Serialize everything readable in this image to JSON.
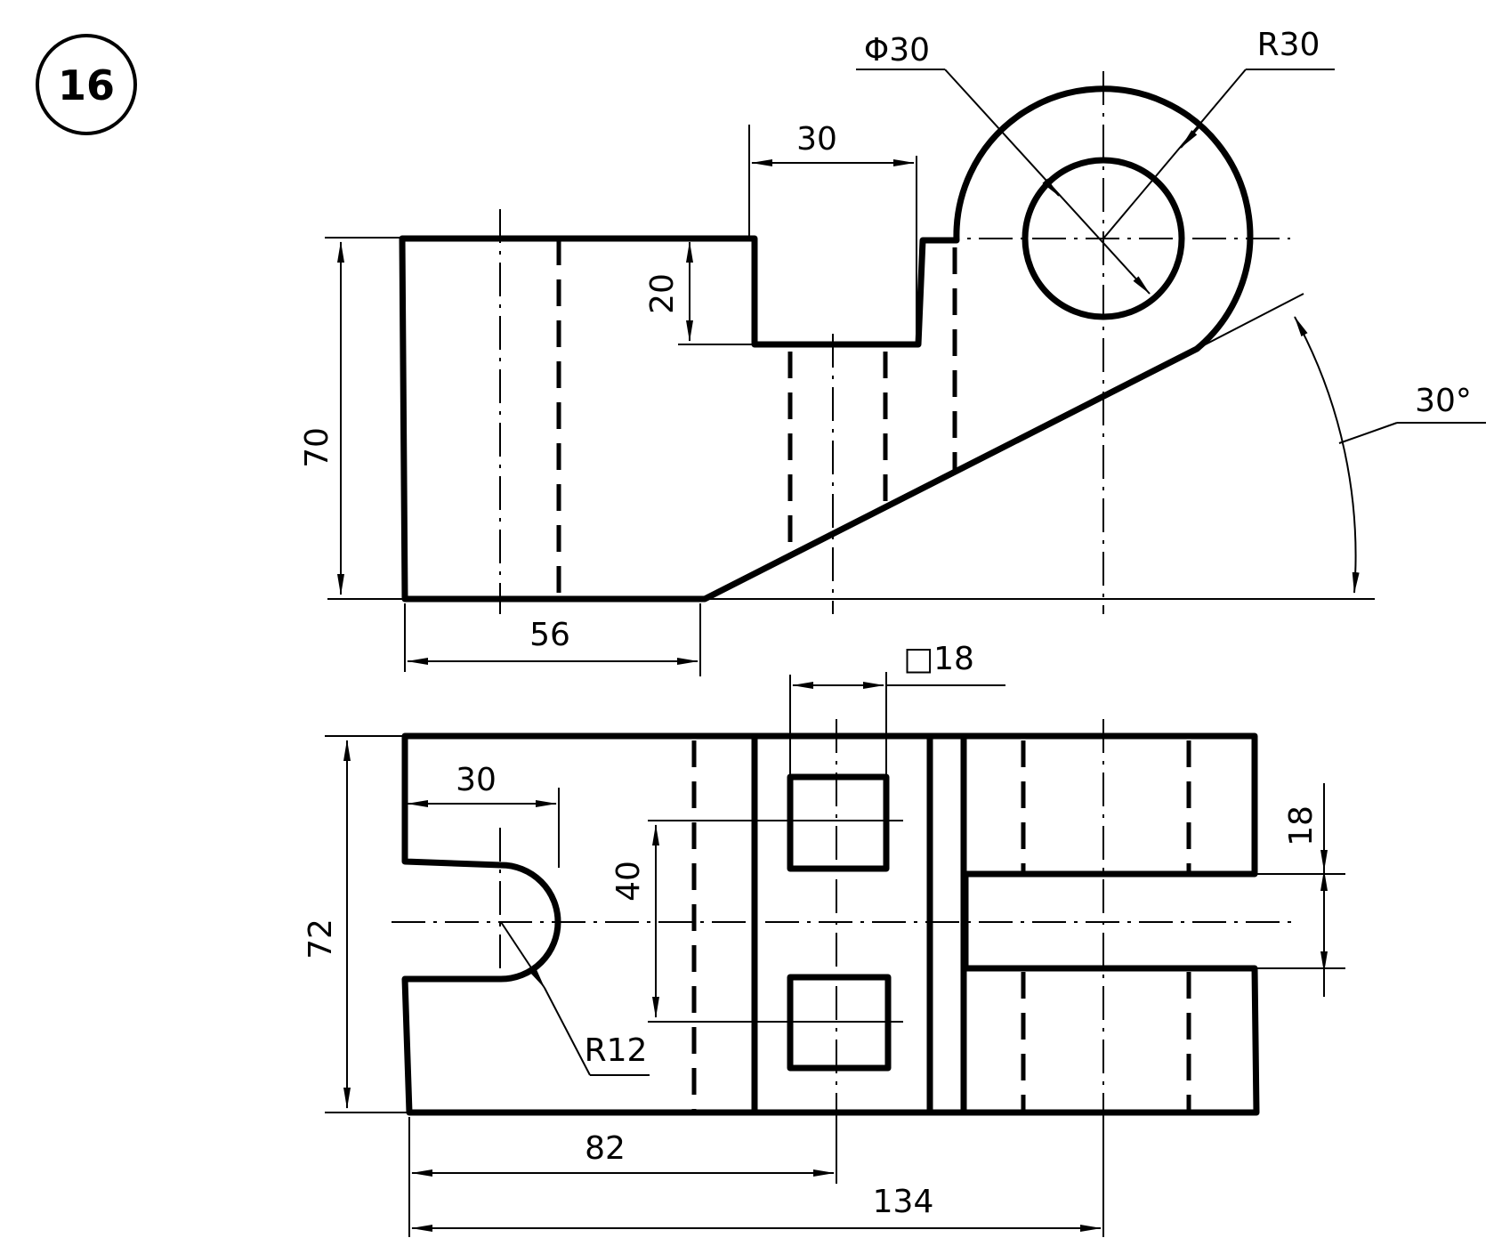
{
  "figure": {
    "number": "16"
  },
  "dimensions": {
    "height_front": "70",
    "base_length": "56",
    "slot_width": "30",
    "slot_depth": "20",
    "hole_diameter": "Φ30",
    "boss_radius": "R30",
    "incline_angle": "30°",
    "square_hole": "□18",
    "width_top": "72",
    "notch_width": "30",
    "square_spacing": "40",
    "notch_radius": "R12",
    "slot_gap": "18",
    "length_82": "82",
    "length_134": "134"
  }
}
